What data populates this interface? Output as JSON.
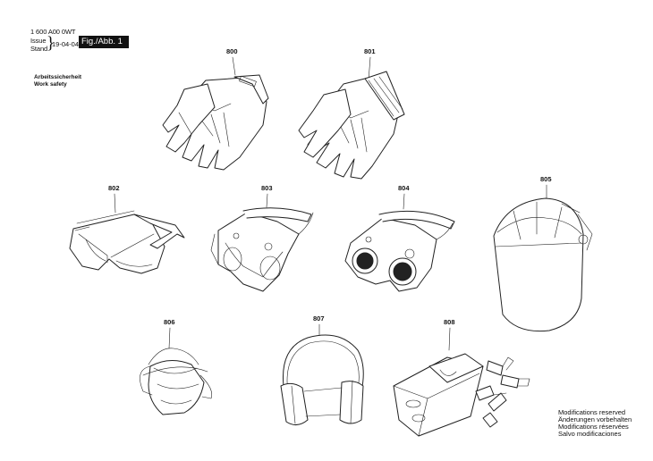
{
  "header": {
    "doc_number": "1 600 A00 0WT",
    "issue_label": "Issue",
    "stand_label": "Stand",
    "date": "19-04-04",
    "figure_label": "Fig./Abb. 1"
  },
  "title": {
    "german": "Arbeitssicherheit",
    "english": "Work safety"
  },
  "parts": [
    {
      "number": "800",
      "item": "leather-gloves"
    },
    {
      "number": "801",
      "item": "work-gloves"
    },
    {
      "number": "802",
      "item": "safety-glasses"
    },
    {
      "number": "803",
      "item": "safety-goggles"
    },
    {
      "number": "804",
      "item": "welding-goggles"
    },
    {
      "number": "805",
      "item": "face-shield"
    },
    {
      "number": "806",
      "item": "dust-mask"
    },
    {
      "number": "807",
      "item": "ear-muffs"
    },
    {
      "number": "808",
      "item": "ear-plugs"
    }
  ],
  "notes": [
    "Modifications reserved",
    "Änderungen vorbehalten",
    "Modifications réservées",
    "Salvo modificaciones"
  ]
}
